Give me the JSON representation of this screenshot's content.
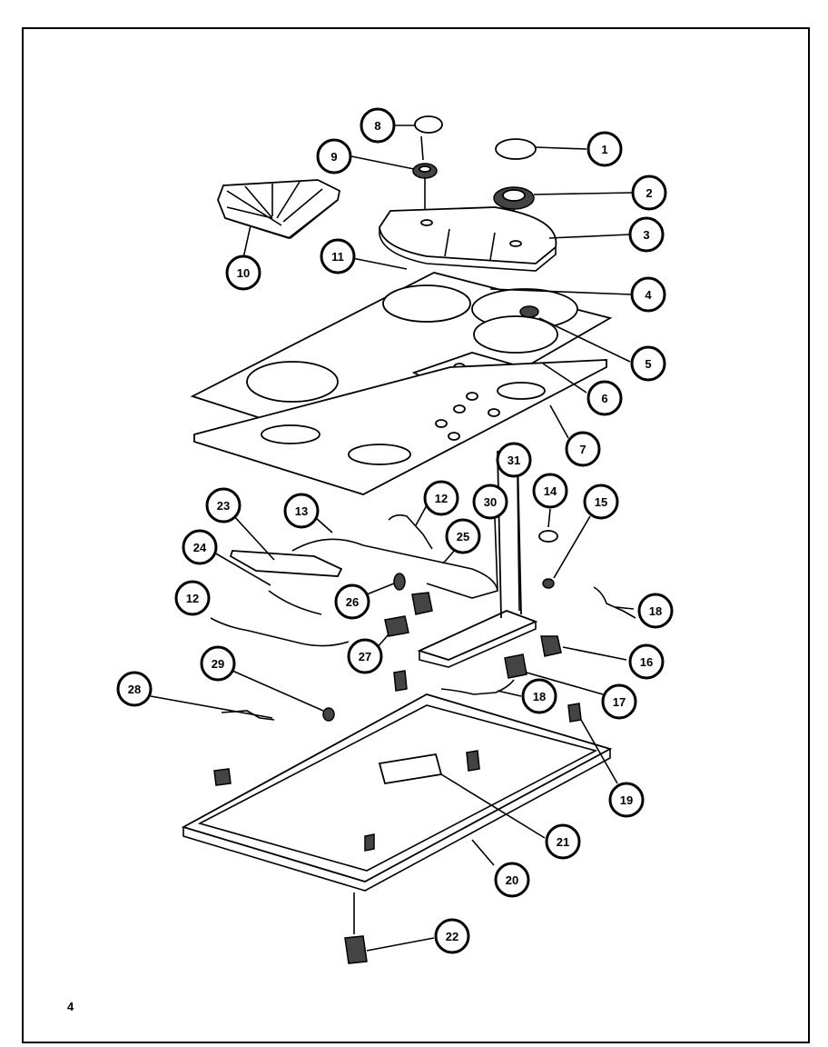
{
  "diagram": {
    "page_number": "4",
    "callouts": [
      "1",
      "2",
      "3",
      "4",
      "5",
      "6",
      "7",
      "8",
      "9",
      "10",
      "11",
      "12",
      "12",
      "13",
      "14",
      "15",
      "16",
      "17",
      "18",
      "18",
      "19",
      "20",
      "21",
      "22",
      "23",
      "24",
      "25",
      "26",
      "27",
      "28",
      "29",
      "30",
      "31"
    ]
  },
  "colors": {
    "ink": "#000000",
    "paper": "#ffffff"
  }
}
